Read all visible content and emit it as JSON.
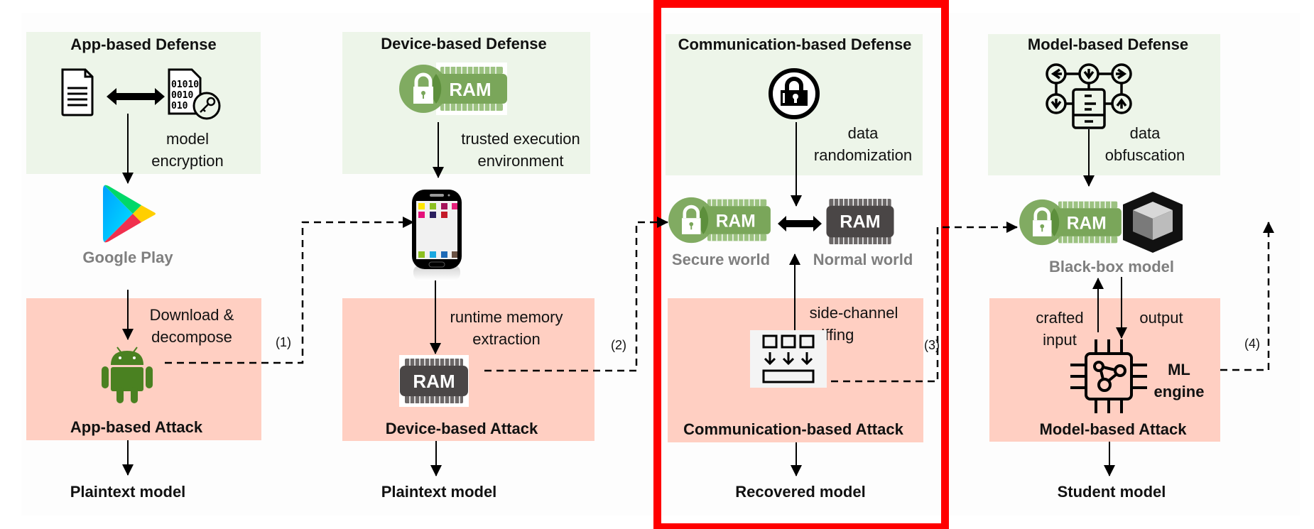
{
  "figure": {
    "columns": [
      {
        "id": "app",
        "defense_title": "App-based Defense",
        "defense_caption": [
          "model",
          "encryption"
        ],
        "platform_label": "Google Play",
        "attack_caption": [
          "Download &",
          "decompose"
        ],
        "attack_title": "App-based Attack",
        "outcome": "Plaintext model",
        "connector_label": "(1)",
        "icons": [
          "document-icon",
          "encrypted-file-key-icon",
          "google-play-icon",
          "android-icon"
        ]
      },
      {
        "id": "device",
        "defense_title": "Device-based Defense",
        "defense_caption": [
          "trusted execution",
          "environment"
        ],
        "secure_ram_text": "RAM",
        "attack_caption": [
          "runtime memory",
          "extraction"
        ],
        "attack_ram_text": "RAM",
        "attack_title": "Device-based Attack",
        "outcome": "Plaintext model",
        "connector_label": "(2)",
        "icons": [
          "secure-ram-icon",
          "smartphone-icon",
          "ram-chip-icon"
        ]
      },
      {
        "id": "communication",
        "highlighted": true,
        "defense_title": "Communication-based Defense",
        "defense_caption": [
          "data",
          "randomization"
        ],
        "secure_world_label": "Secure world",
        "normal_world_label": "Normal world",
        "secure_ram_text": "RAM",
        "normal_ram_text": "RAM",
        "attack_caption": [
          "side-channel",
          "sniffing"
        ],
        "attack_title": "Communication-based Attack",
        "outcome": "Recovered model",
        "connector_label": "(3)",
        "icons": [
          "lock-circle-icon",
          "secure-ram-icon",
          "ram-chip-icon",
          "sniffing-icon"
        ]
      },
      {
        "id": "model",
        "defense_title": "Model-based Defense",
        "defense_caption": [
          "data",
          "obfuscation"
        ],
        "blackbox_label": "Black-box model",
        "secure_ram_text": "RAM",
        "input_caption": [
          "crafted",
          "input"
        ],
        "output_caption": "output",
        "engine_caption": [
          "ML",
          "engine"
        ],
        "attack_title": "Model-based Attack",
        "outcome": "Student model",
        "connector_label": "(4)",
        "icons": [
          "data-obfuscation-icon",
          "secure-ram-icon",
          "black-box-cube-icon",
          "ml-chip-icon"
        ]
      }
    ],
    "colors": {
      "defense_bg": "#edf5e9",
      "attack_bg": "#ffcfc2",
      "highlight_frame": "#ff0000",
      "secure_green": "#7aa65a",
      "ram_dark": "#4a4646",
      "muted_text": "#7f7f7f"
    }
  }
}
